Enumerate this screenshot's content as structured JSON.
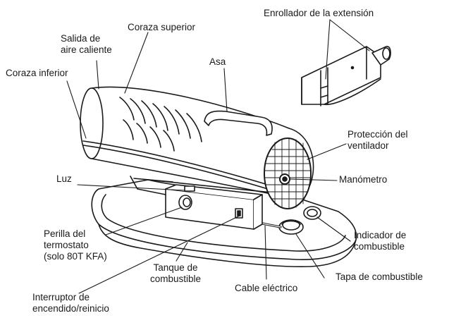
{
  "labels": {
    "enrollador": "Enrollador de la extensión",
    "salida_l1": "Salida de",
    "salida_l2": "aire caliente",
    "coraza_superior": "Coraza superior",
    "coraza_inferior": "Coraza inferior",
    "asa": "Asa",
    "proteccion_l1": "Protección del",
    "proteccion_l2": "ventilador",
    "luz": "Luz",
    "manometro": "Manómetro",
    "perilla_l1": "Perilla del",
    "perilla_l2": "termostato",
    "perilla_l3": "(solo 80T KFA)",
    "indicador_l1": "Indicador de",
    "indicador_l2": "combustible",
    "tanque_l1": "Tanque de",
    "tanque_l2": "combustible",
    "tapa": "Tapa de combustible",
    "cable": "Cable eléctrico",
    "interruptor_l1": "Interruptor de",
    "interruptor_l2": "encendido/reinicio"
  },
  "colors": {
    "ink": "#1a1a1a",
    "body_fill": "#ffffff",
    "shade": "#e8e8e8"
  }
}
